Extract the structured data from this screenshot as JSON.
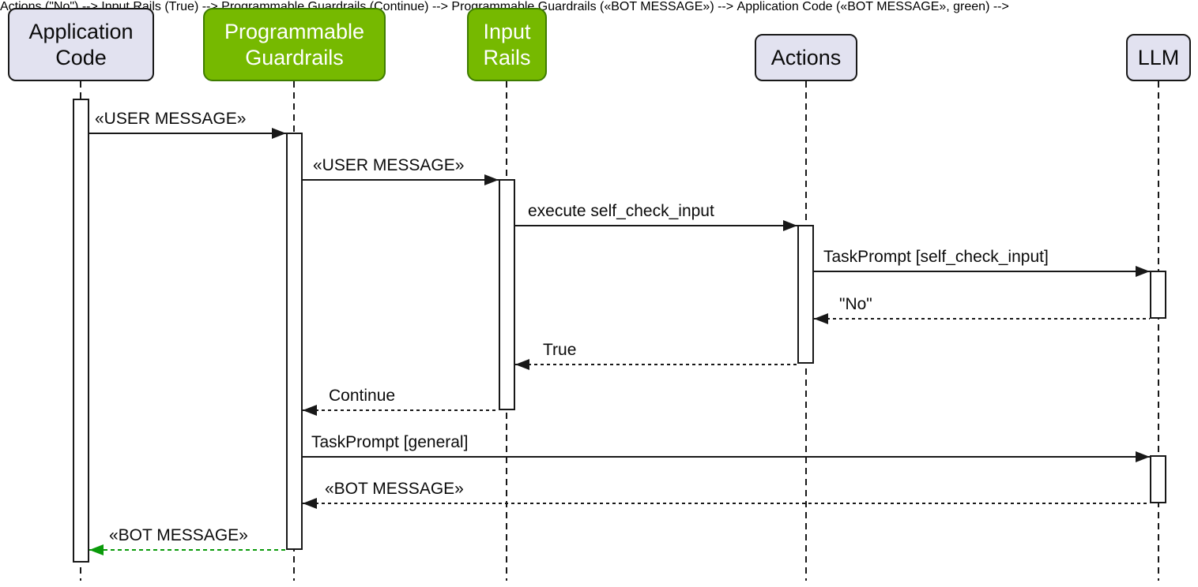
{
  "diagram": {
    "type": "uml-sequence-diagram",
    "background": "#ffffff",
    "colors": {
      "participant_fill": "#e2e2f0",
      "participant_border": "#181818",
      "highlight_fill": "#76b900",
      "highlight_border": "#3e7c00",
      "highlight_text": "#ffffff",
      "line_color": "#181818",
      "return_to_caller_color": "#0a9a0a"
    },
    "participants": [
      {
        "id": "application-code",
        "label": "Application Code",
        "style": "default"
      },
      {
        "id": "programmable-guardrails",
        "label": "Programmable Guardrails",
        "style": "highlight"
      },
      {
        "id": "input-rails",
        "label": "Input Rails",
        "style": "highlight"
      },
      {
        "id": "actions",
        "label": "Actions",
        "style": "default"
      },
      {
        "id": "llm",
        "label": "LLM",
        "style": "default"
      }
    ],
    "messages": [
      {
        "from": "Application Code",
        "to": "Programmable Guardrails",
        "label": "«USER MESSAGE»",
        "line": "solid"
      },
      {
        "from": "Programmable Guardrails",
        "to": "Input Rails",
        "label": "«USER MESSAGE»",
        "line": "solid"
      },
      {
        "from": "Input Rails",
        "to": "Actions",
        "label": "execute self_check_input",
        "line": "solid"
      },
      {
        "from": "Actions",
        "to": "LLM",
        "label": "TaskPrompt [self_check_input]",
        "line": "solid"
      },
      {
        "from": "LLM",
        "to": "Actions",
        "label": "\"No\"",
        "line": "dashed"
      },
      {
        "from": "Actions",
        "to": "Input Rails",
        "label": "True",
        "line": "dashed"
      },
      {
        "from": "Input Rails",
        "to": "Programmable Guardrails",
        "label": "Continue",
        "line": "dashed"
      },
      {
        "from": "Programmable Guardrails",
        "to": "LLM",
        "label": "TaskPrompt [general]",
        "line": "solid"
      },
      {
        "from": "LLM",
        "to": "Programmable Guardrails",
        "label": "«BOT MESSAGE»",
        "line": "dashed"
      },
      {
        "from": "Programmable Guardrails",
        "to": "Application Code",
        "label": "«BOT MESSAGE»",
        "line": "dashed",
        "color": "#0a9a0a"
      }
    ]
  }
}
